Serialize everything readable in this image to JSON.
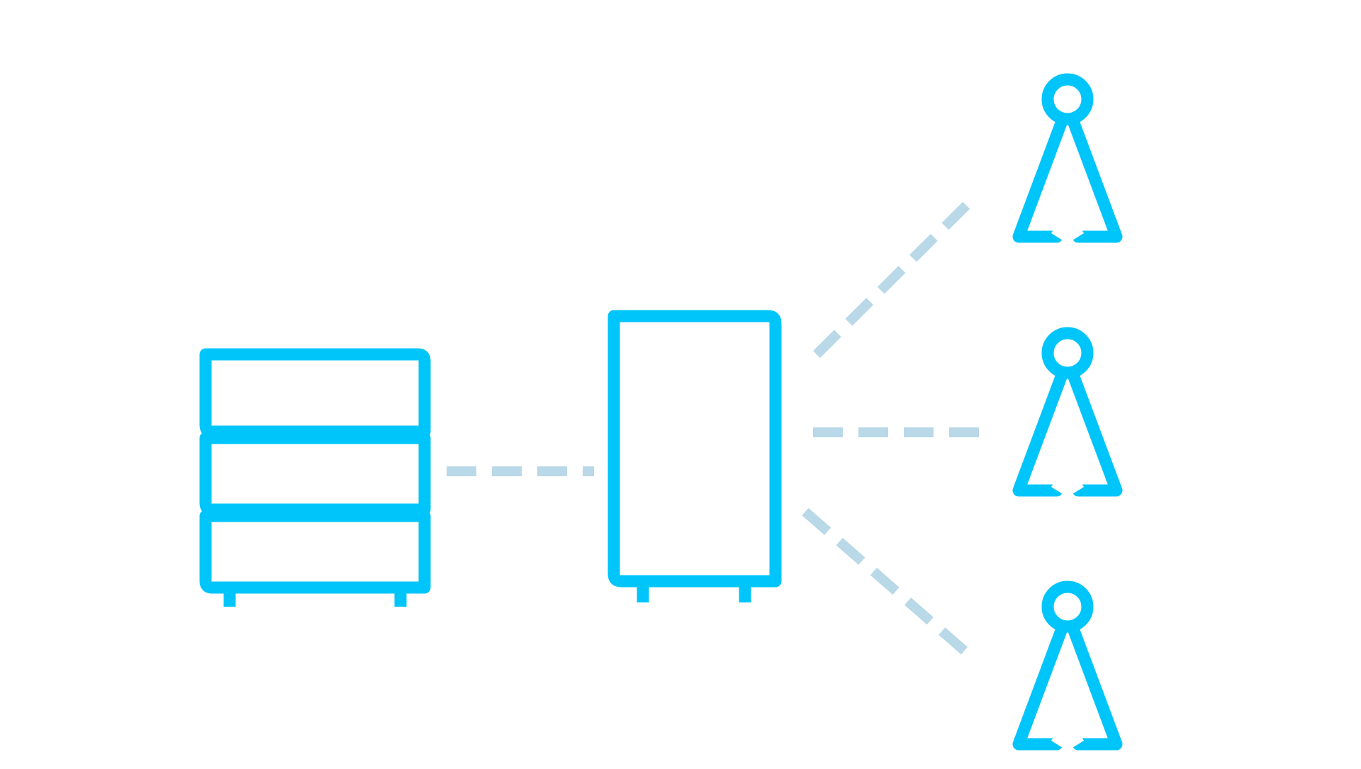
{
  "diagram": {
    "title": "",
    "nodes": [
      {
        "id": "database",
        "type": "server-stack",
        "icon": "server-stack-icon"
      },
      {
        "id": "server",
        "type": "server-cabinet",
        "icon": "server-cabinet-icon"
      },
      {
        "id": "client_1",
        "type": "user",
        "icon": "user-icon"
      },
      {
        "id": "client_2",
        "type": "user",
        "icon": "user-icon"
      },
      {
        "id": "client_3",
        "type": "user",
        "icon": "user-icon"
      }
    ],
    "edges": [
      {
        "from": "database",
        "to": "server",
        "style": "dashed"
      },
      {
        "from": "server",
        "to": "client_1",
        "style": "dashed"
      },
      {
        "from": "server",
        "to": "client_2",
        "style": "dashed"
      },
      {
        "from": "server",
        "to": "client_3",
        "style": "dashed"
      }
    ]
  },
  "colors": {
    "icon_stroke": "#00c5fa",
    "connector": "#b9d8e8",
    "background": "#ffffff"
  }
}
